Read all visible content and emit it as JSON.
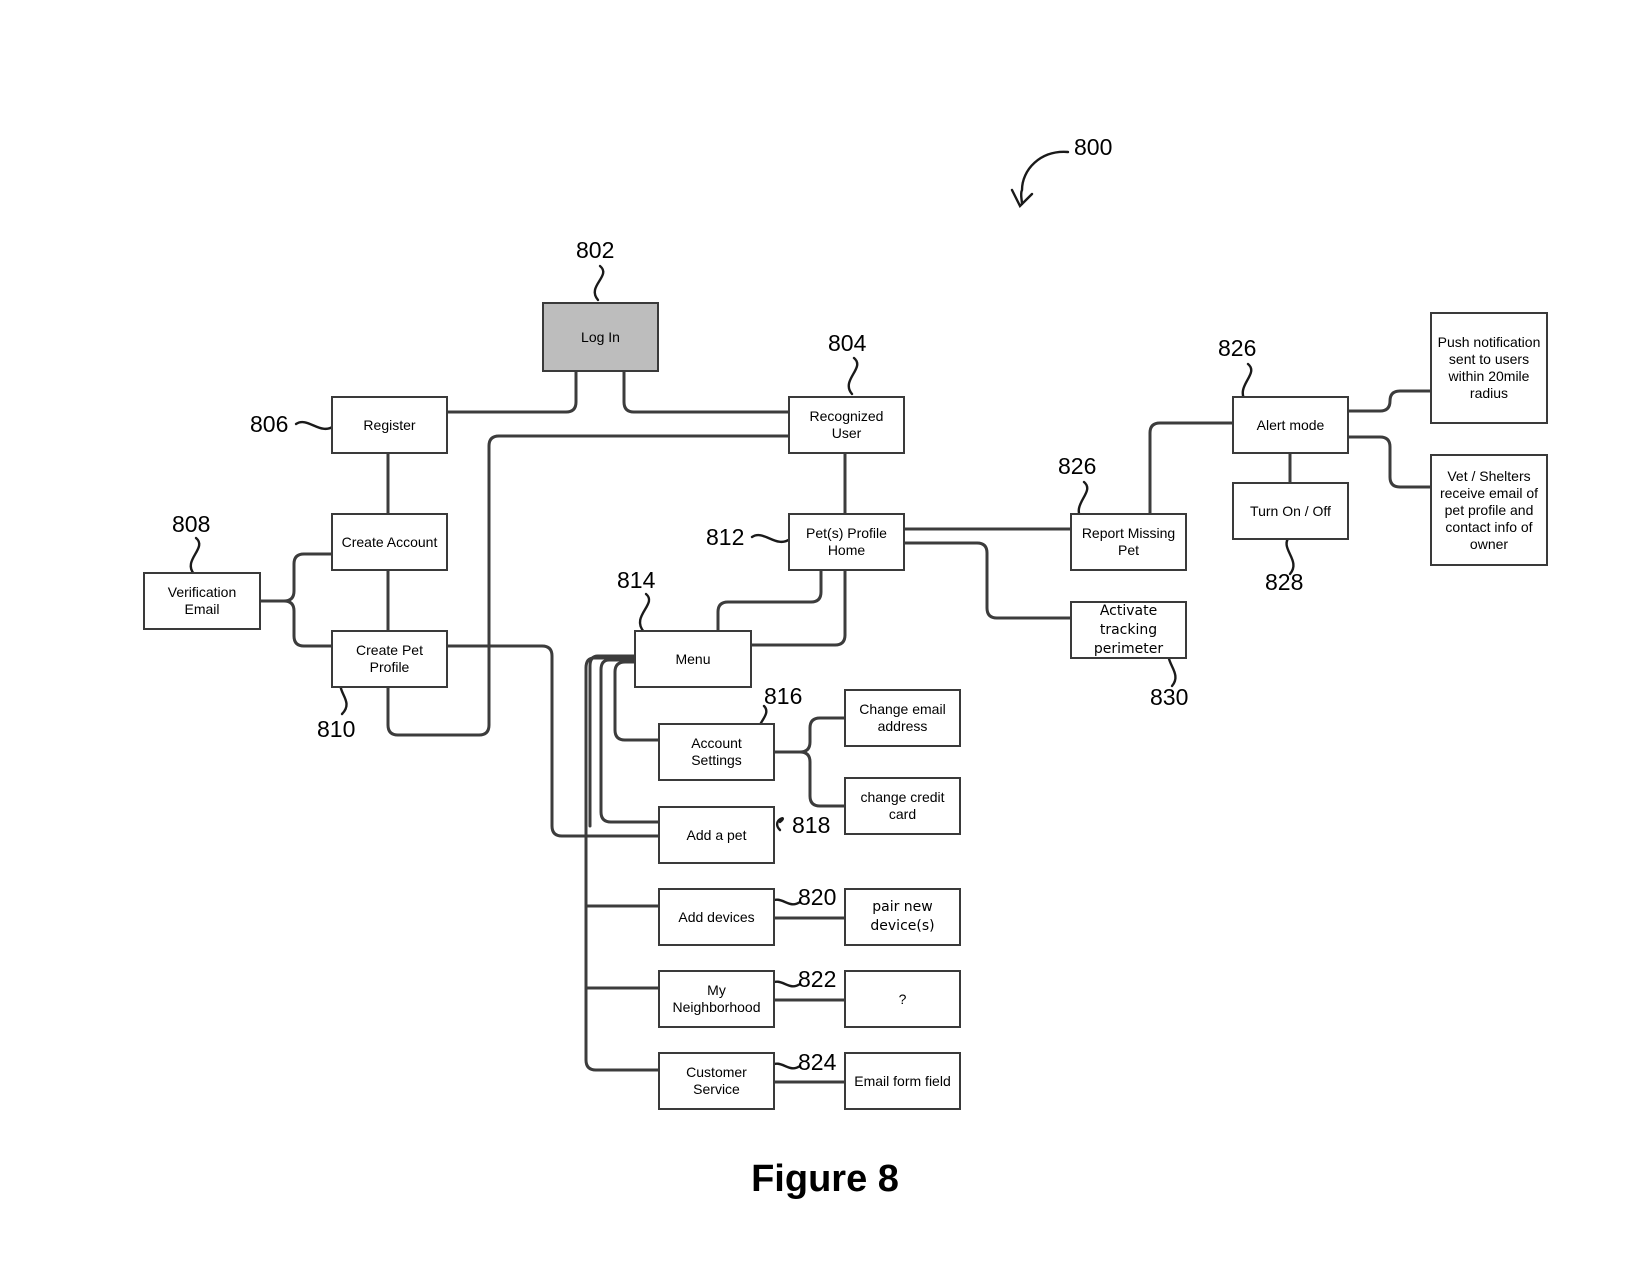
{
  "figure": {
    "caption": "Figure 8",
    "ref": "800"
  },
  "boxes": {
    "login": "Log In",
    "register": "Register",
    "recognized_user": "Recognized User",
    "create_account": "Create Account",
    "verification_email": "Verification Email",
    "create_pet_profile": "Create Pet Profile",
    "pet_profile_home": "Pet(s) Profile Home",
    "menu": "Menu",
    "account_settings": "Account Settings",
    "change_email": "Change email address",
    "change_credit": "change credit card",
    "add_pet": "Add a pet",
    "add_devices": "Add devices",
    "pair_device": "pair new device(s)",
    "my_neighborhood": "My Neighborhood",
    "question": "?",
    "customer_service": "Customer Service",
    "email_form": "Email form field",
    "report_missing": "Report Missing Pet",
    "activate_tracking": "Activate tracking perimeter",
    "alert_mode": "Alert mode",
    "turn_on_off": "Turn On / Off",
    "push_notification": "Push notification sent to users within 20mile radius",
    "vet_shelters": "Vet / Shelters receive email of pet profile and contact info of owner"
  },
  "refs": {
    "login": "802",
    "recognized_user": "804",
    "register": "806",
    "verification_email": "808",
    "create_pet_profile": "810",
    "pet_profile_home": "812",
    "menu": "814",
    "account_settings": "816",
    "add_pet": "818",
    "add_devices": "820",
    "my_neighborhood": "822",
    "customer_service": "824",
    "alert_mode": "826",
    "report_missing": "826",
    "turn_on_off": "828",
    "activate_tracking": "830"
  }
}
